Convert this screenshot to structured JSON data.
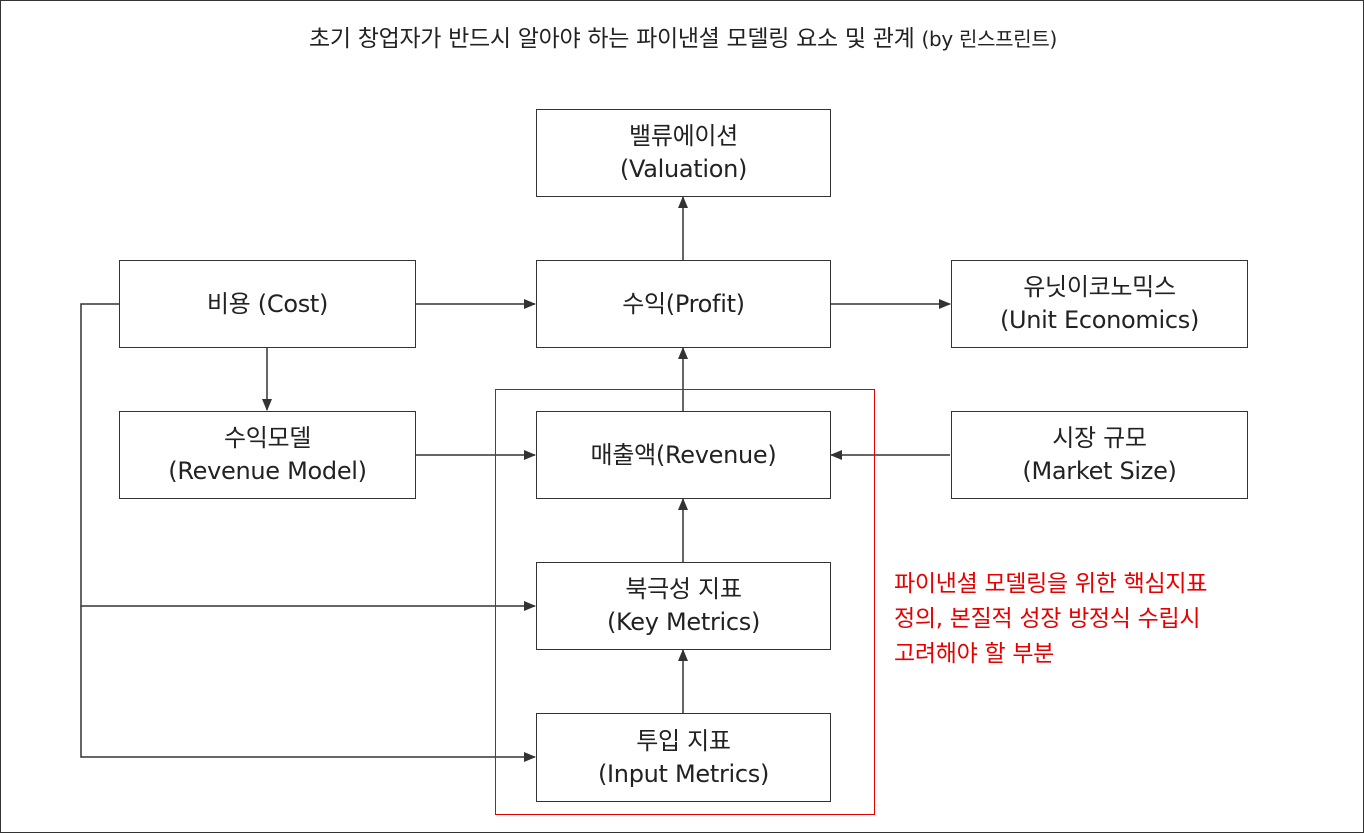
{
  "title": {
    "main": "초기 창업자가 반드시 알아야 하는 파이낸셜 모델링 요소 및 관계",
    "by": "(by 린스프린트)"
  },
  "nodes": {
    "valuation": {
      "line1": "밸류에이션",
      "line2": "(Valuation)"
    },
    "cost": {
      "line1": "비용 (Cost)"
    },
    "profit": {
      "line1": "수익(Profit)"
    },
    "unit_economics": {
      "line1": "유닛이코노믹스",
      "line2": "(Unit Economics)"
    },
    "revenue_model": {
      "line1": "수익모델",
      "line2": "(Revenue Model)"
    },
    "revenue": {
      "line1": "매출액(Revenue)"
    },
    "market_size": {
      "line1": "시장 규모",
      "line2": "(Market Size)"
    },
    "key_metrics": {
      "line1": "북극성 지표",
      "line2": "(Key Metrics)"
    },
    "input_metrics": {
      "line1": "투입 지표",
      "line2": "(Input Metrics)"
    }
  },
  "note": {
    "line1": "파이낸셜 모델링을 위한 핵심지표",
    "line2": "정의, 본질적 성장 방정식 수립시",
    "line3": "고려해야 할 부분"
  },
  "colors": {
    "box_border": "#333333",
    "text": "#222222",
    "highlight": "#e60000",
    "background": "#ffffff"
  }
}
